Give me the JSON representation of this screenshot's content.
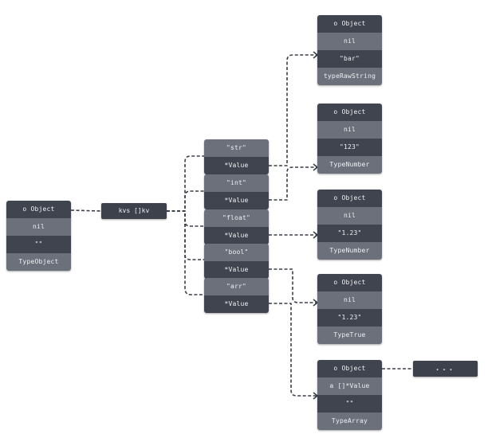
{
  "root": {
    "rows": [
      "o Object",
      "nil",
      "\"\"",
      "TypeObject"
    ]
  },
  "kvs_label": "kvs []kv",
  "kv_entries": [
    {
      "key": "\"str\"",
      "value": "*Value"
    },
    {
      "key": "\"int\"",
      "value": "*Value"
    },
    {
      "key": "\"float\"",
      "value": "*Value"
    },
    {
      "key": "\"bool\"",
      "value": "*Value"
    },
    {
      "key": "\"arr\"",
      "value": "*Value"
    }
  ],
  "values": [
    {
      "rows": [
        "o Object",
        "nil",
        "\"bar\"",
        "typeRawString"
      ]
    },
    {
      "rows": [
        "o Object",
        "nil",
        "\"123\"",
        "TypeNumber"
      ]
    },
    {
      "rows": [
        "o Object",
        "nil",
        "\"1.23\"",
        "TypeNumber"
      ]
    },
    {
      "rows": [
        "o Object",
        "nil",
        "\"1.23\"",
        "TypeTrue"
      ]
    },
    {
      "rows": [
        "o Object",
        "a []*Value",
        "\"\"",
        "TypeArray"
      ]
    }
  ],
  "more_label": "...",
  "colors": {
    "dark_cell": "#40444f",
    "light_cell": "#6b707b",
    "wire": "#3b3f48"
  }
}
